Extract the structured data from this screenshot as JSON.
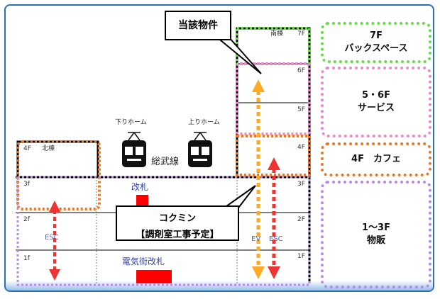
{
  "colors": {
    "green": "#66dd44",
    "pink": "#ee88cc",
    "orange": "#ee7722",
    "purple": "#bb88ee",
    "red": "#ff0000",
    "esc_text": "#5566aa",
    "frame": "#2a6fba"
  },
  "callouts": {
    "target": "当該物件",
    "kokumin_line1": "コクミン",
    "kokumin_line2": "【調剤室工事予定】"
  },
  "buildings": {
    "south": "南棟",
    "north": "北棟"
  },
  "floors": {
    "south_7f": "7F",
    "south_6f": "6F",
    "south_5f": "5F",
    "south_4f": "4F",
    "south_3f": "3F",
    "south_2f": "2F",
    "south_1f": "1F",
    "north_4f": "4F",
    "left_3f": "3f",
    "left_2f": "2f",
    "left_1f": "1f"
  },
  "platforms": {
    "down": "下りホーム",
    "up": "上りホーム",
    "line": "総武線"
  },
  "gates": {
    "gate": "改札",
    "electric_gate": "電気街改札"
  },
  "lifts": {
    "esc_left": "ESC",
    "ev": "EV",
    "esc_right": "ESC"
  },
  "legend": {
    "f7_line1": "7F",
    "f7_line2": "バックスペース",
    "f56_line1": "5・6F",
    "f56_line2": "サービス",
    "f4": "4F　カフェ",
    "f13_line1": "1～3F",
    "f13_line2": "物販"
  }
}
